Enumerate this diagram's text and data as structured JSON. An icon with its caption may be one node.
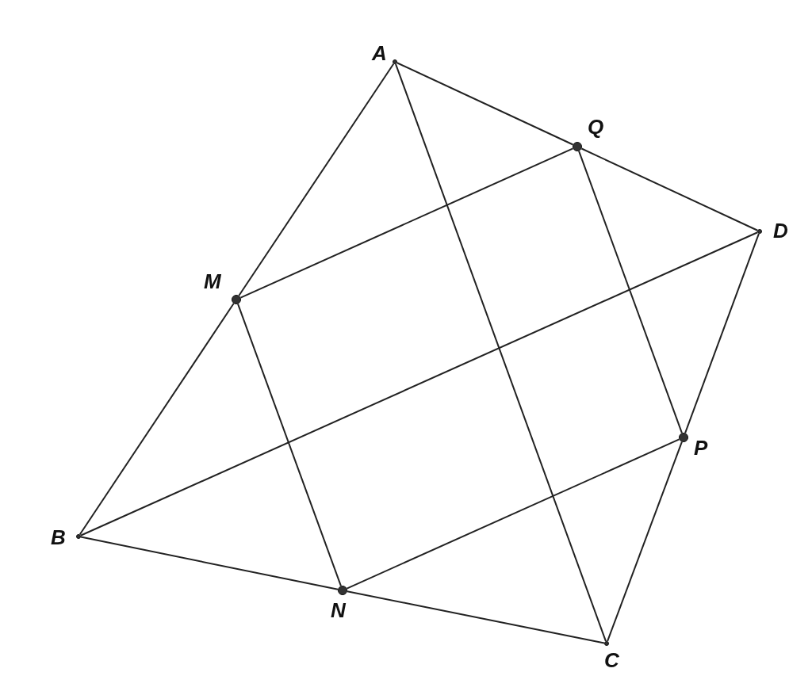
{
  "diagram": {
    "nodes": [
      {
        "text": [
          "A"
        ]
      },
      {
        "text": [
          "Q"
        ]
      },
      {
        "text": [
          "D"
        ]
      },
      {
        "text": [
          "M"
        ]
      },
      {
        "text": [
          "P"
        ]
      },
      {
        "text": [
          "B"
        ]
      },
      {
        "text": [
          "N"
        ]
      },
      {
        "text": [
          "C"
        ]
      }
    ],
    "edges": [
      {
        "from": 0,
        "to": 3,
        "arrow": "none"
      },
      {
        "from": 3,
        "to": 5,
        "arrow": "none"
      },
      {
        "from": 5,
        "to": 6,
        "arrow": "none"
      },
      {
        "from": 6,
        "to": 7,
        "arrow": "none"
      },
      {
        "from": 7,
        "to": 4,
        "arrow": "none"
      },
      {
        "from": 4,
        "to": 2,
        "arrow": "none"
      },
      {
        "from": 2,
        "to": 1,
        "arrow": "none"
      },
      {
        "from": 1,
        "to": 0,
        "arrow": "none"
      },
      {
        "from": 3,
        "to": 1,
        "arrow": "none"
      },
      {
        "from": 1,
        "to": 4,
        "arrow": "none"
      },
      {
        "from": 4,
        "to": 6,
        "arrow": "none"
      },
      {
        "from": 6,
        "to": 3,
        "arrow": "none"
      },
      {
        "from": 0,
        "to": 7,
        "arrow": "none"
      },
      {
        "from": 5,
        "to": 2,
        "arrow": "none"
      }
    ]
  }
}
